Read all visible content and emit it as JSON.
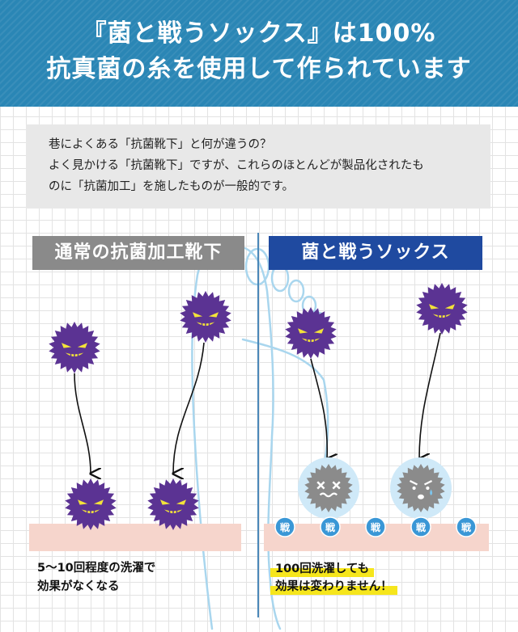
{
  "header": {
    "line1": "『菌と戦うソックス』は100%",
    "line2": "抗真菌の糸を使用して作られています"
  },
  "intro": {
    "line1": "巷によくある「抗菌靴下」と何が違うの？",
    "line2": "よく見かける「抗菌靴下」ですが、これらのほとんどが製品化されたも",
    "line3": "のに「抗菌加工」を施したものが一般的です。"
  },
  "left_panel": {
    "title": "通常の抗菌加工靴下",
    "caption_line1": "5〜10回程度の洗濯で",
    "caption_line2": "効果がなくなる"
  },
  "right_panel": {
    "title": "菌と戦うソックス",
    "caption_line1": "100回洗濯しても",
    "caption_line2": "効果は変わりません！",
    "fighter_label": "戦"
  },
  "colors": {
    "header_bg": "#2a86b5",
    "left_tag": "#8a8a8a",
    "right_tag": "#1f4aa0",
    "germ_active": "#5b3393",
    "germ_defeated": "#8b8b8b",
    "fighter_circle": "#3a97d6",
    "skin": "#f6d5cc",
    "highlight": "#f6e61c"
  }
}
